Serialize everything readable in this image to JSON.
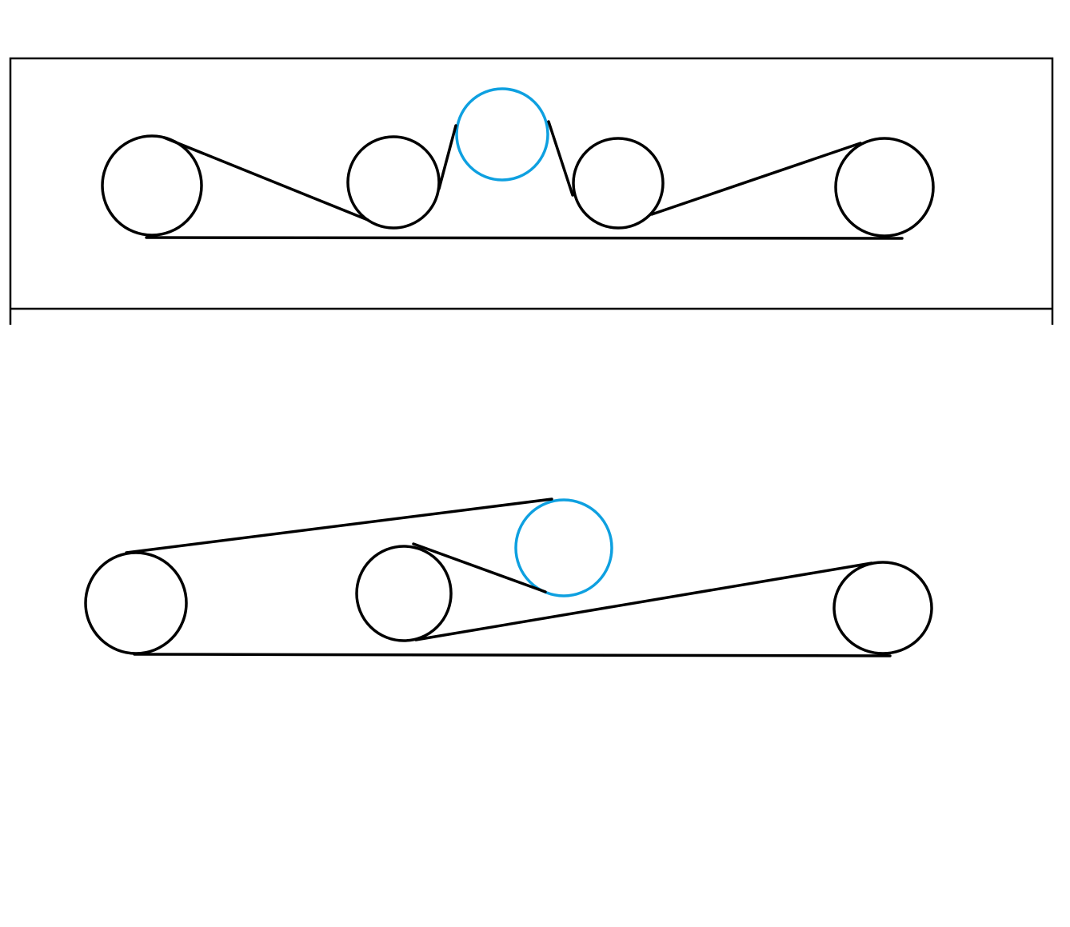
{
  "colors": {
    "background": "#ffffff",
    "line": "#000000",
    "highlight_pulley": "#0ea0e0"
  },
  "diagrams": [
    {
      "id": "top-belt-layout",
      "pulley_count": 5,
      "highlighted_pulleys": 1,
      "framed": true
    },
    {
      "id": "bottom-belt-layout",
      "pulley_count": 4,
      "highlighted_pulleys": 1,
      "framed": false
    }
  ]
}
